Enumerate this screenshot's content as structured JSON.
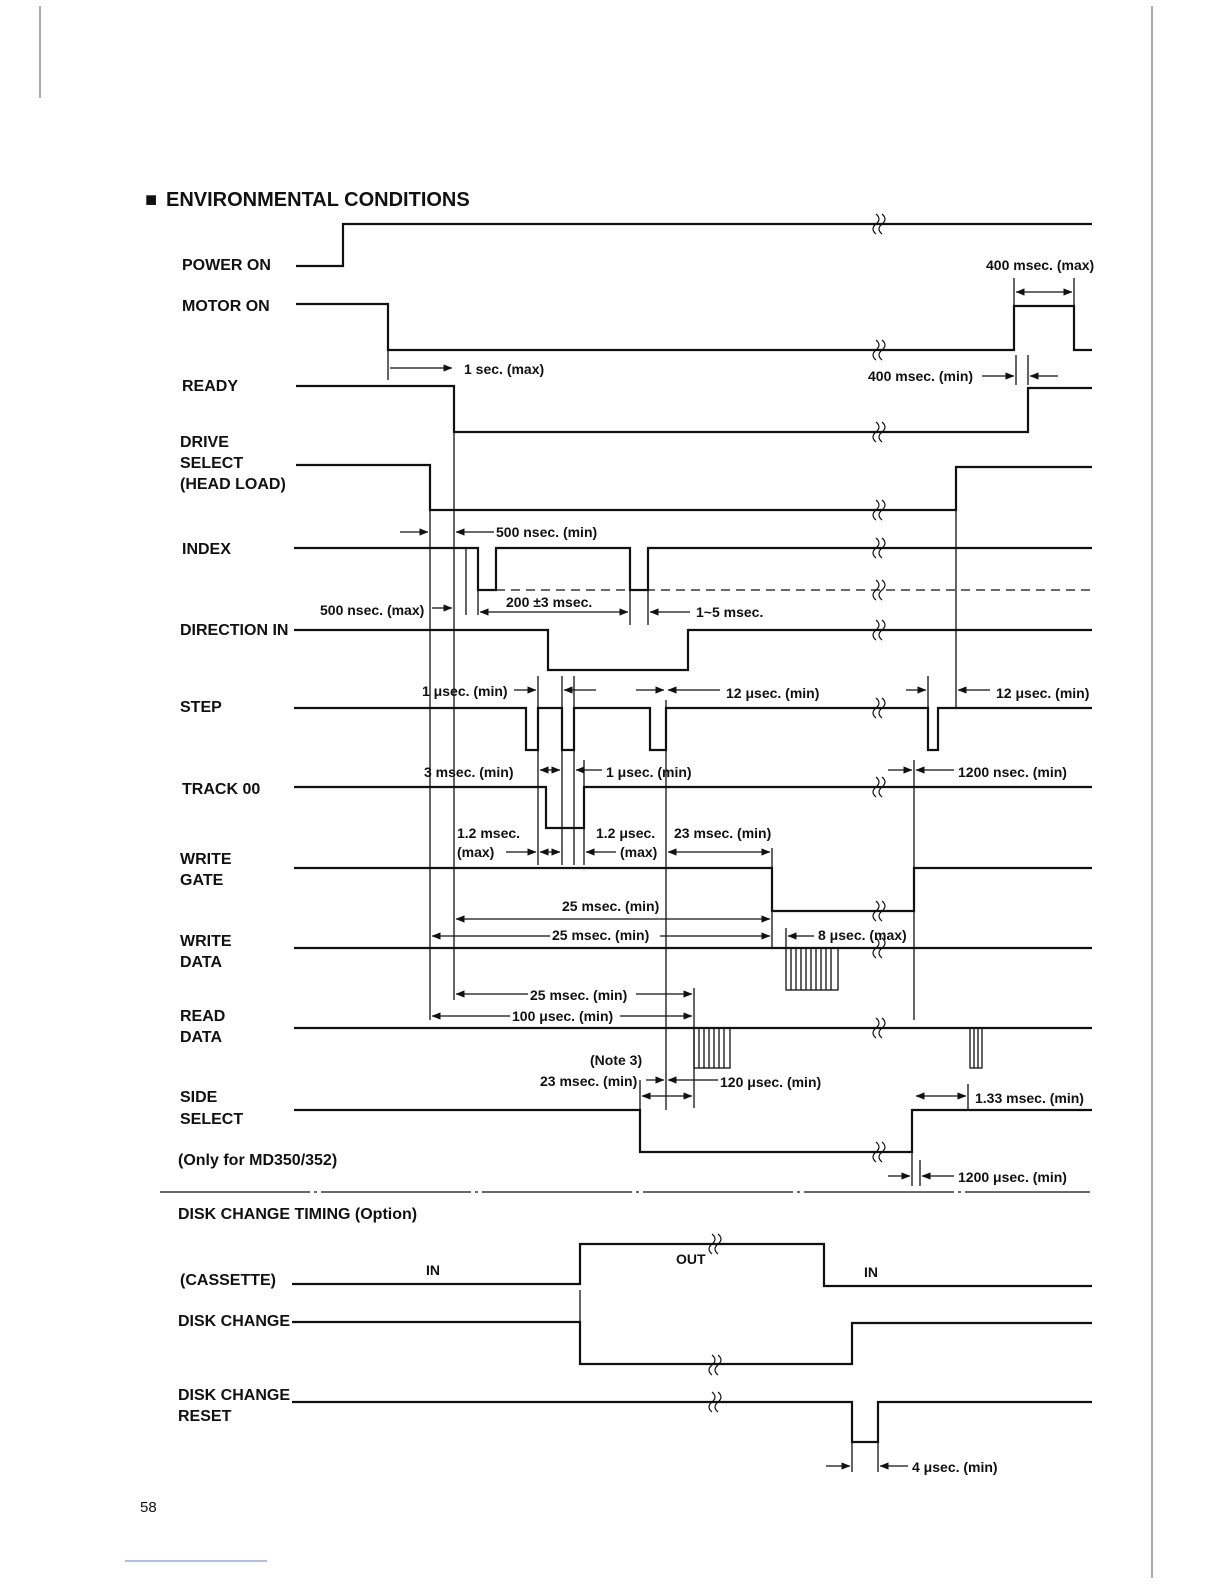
{
  "header": {
    "bullet": "■",
    "title": "ENVIRONMENTAL CONDITIONS"
  },
  "signals": {
    "power_on": "POWER ON",
    "motor_on": "MOTOR ON",
    "ready": "READY",
    "drive_select": [
      "DRIVE",
      "SELECT",
      "(HEAD LOAD)"
    ],
    "index": "INDEX",
    "direction_in": "DIRECTION IN",
    "step": "STEP",
    "track00": "TRACK 00",
    "write_gate": [
      "WRITE",
      "GATE"
    ],
    "write_data": [
      "WRITE",
      "DATA"
    ],
    "read_data": [
      "READ",
      "DATA"
    ],
    "side_select": [
      "SIDE",
      "SELECT"
    ],
    "side_note": "(Only for MD350/352)"
  },
  "timings": {
    "t400_max": "400 msec. (max)",
    "t1sec_max": "1 sec. (max)",
    "t400_min": "400 msec. (min)",
    "t500ns_min": "500 nsec. (min)",
    "t500ns_max": "500 nsec. (max)",
    "t200": "200 ±3 msec.",
    "t1_5": "1~5 msec.",
    "t1us_min": "1 μsec. (min)",
    "t12us_min_a": "12 μsec. (min)",
    "t12us_min_b": "12 μsec. (min)",
    "t3ms_min": "3 msec. (min)",
    "t1us_min_b": "1 μsec. (min)",
    "t1200ns_min": "1200 nsec. (min)",
    "t1_2ms_a": "1.2 msec.",
    "t1_2ms_b": "(max)",
    "t1_2us_a": "1.2 μsec.",
    "t1_2us_b": "(max)",
    "t23ms_min": "23 msec. (min)",
    "t25ms_a": "25 msec. (min)",
    "t25ms_b": "25 msec. (min)",
    "t8us_max": "8 μsec. (max)",
    "t25ms_c": "25 msec. (min)",
    "t100us_min": "100 μsec. (min)",
    "note3": "(Note 3)",
    "t23ms_min_b": "23 msec. (min)",
    "t120us_min": "120 μsec. (min)",
    "t1_33ms_min": "1.33 msec. (min)",
    "t1200us_min": "1200 μsec. (min)"
  },
  "disk_change": {
    "title": "DISK CHANGE TIMING (Option)",
    "cassette": "(CASSETTE)",
    "in_a": "IN",
    "out": "OUT",
    "in_b": "IN",
    "disk_change": "DISK CHANGE",
    "reset": [
      "DISK CHANGE",
      "RESET"
    ],
    "t4us_min": "4 μsec. (min)"
  },
  "page_number": "58"
}
